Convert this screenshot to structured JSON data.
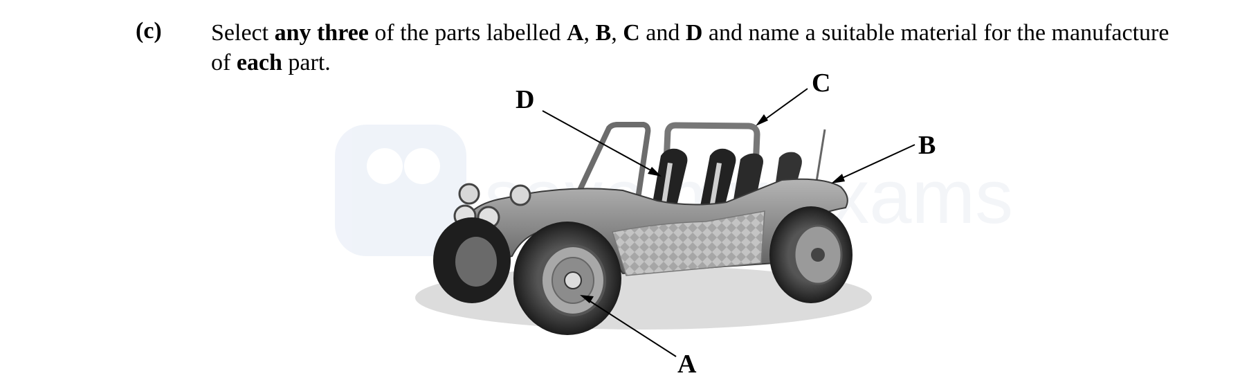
{
  "question": {
    "label": "(c)",
    "t1": "Select ",
    "b1": "any three",
    "t2": " of the parts labelled ",
    "b2": "A",
    "t3": ", ",
    "b3": "B",
    "t4": ", ",
    "b4": "C",
    "t5": " and ",
    "b5": "D",
    "t6": " and name a suitable material for the manufacture of ",
    "b6": "each",
    "t7": " part."
  },
  "figure": {
    "labels": {
      "a": "A",
      "b": "B",
      "c": "C",
      "d": "D"
    }
  },
  "colors": {
    "text": "#000000",
    "watermark": "#eef2f9"
  }
}
